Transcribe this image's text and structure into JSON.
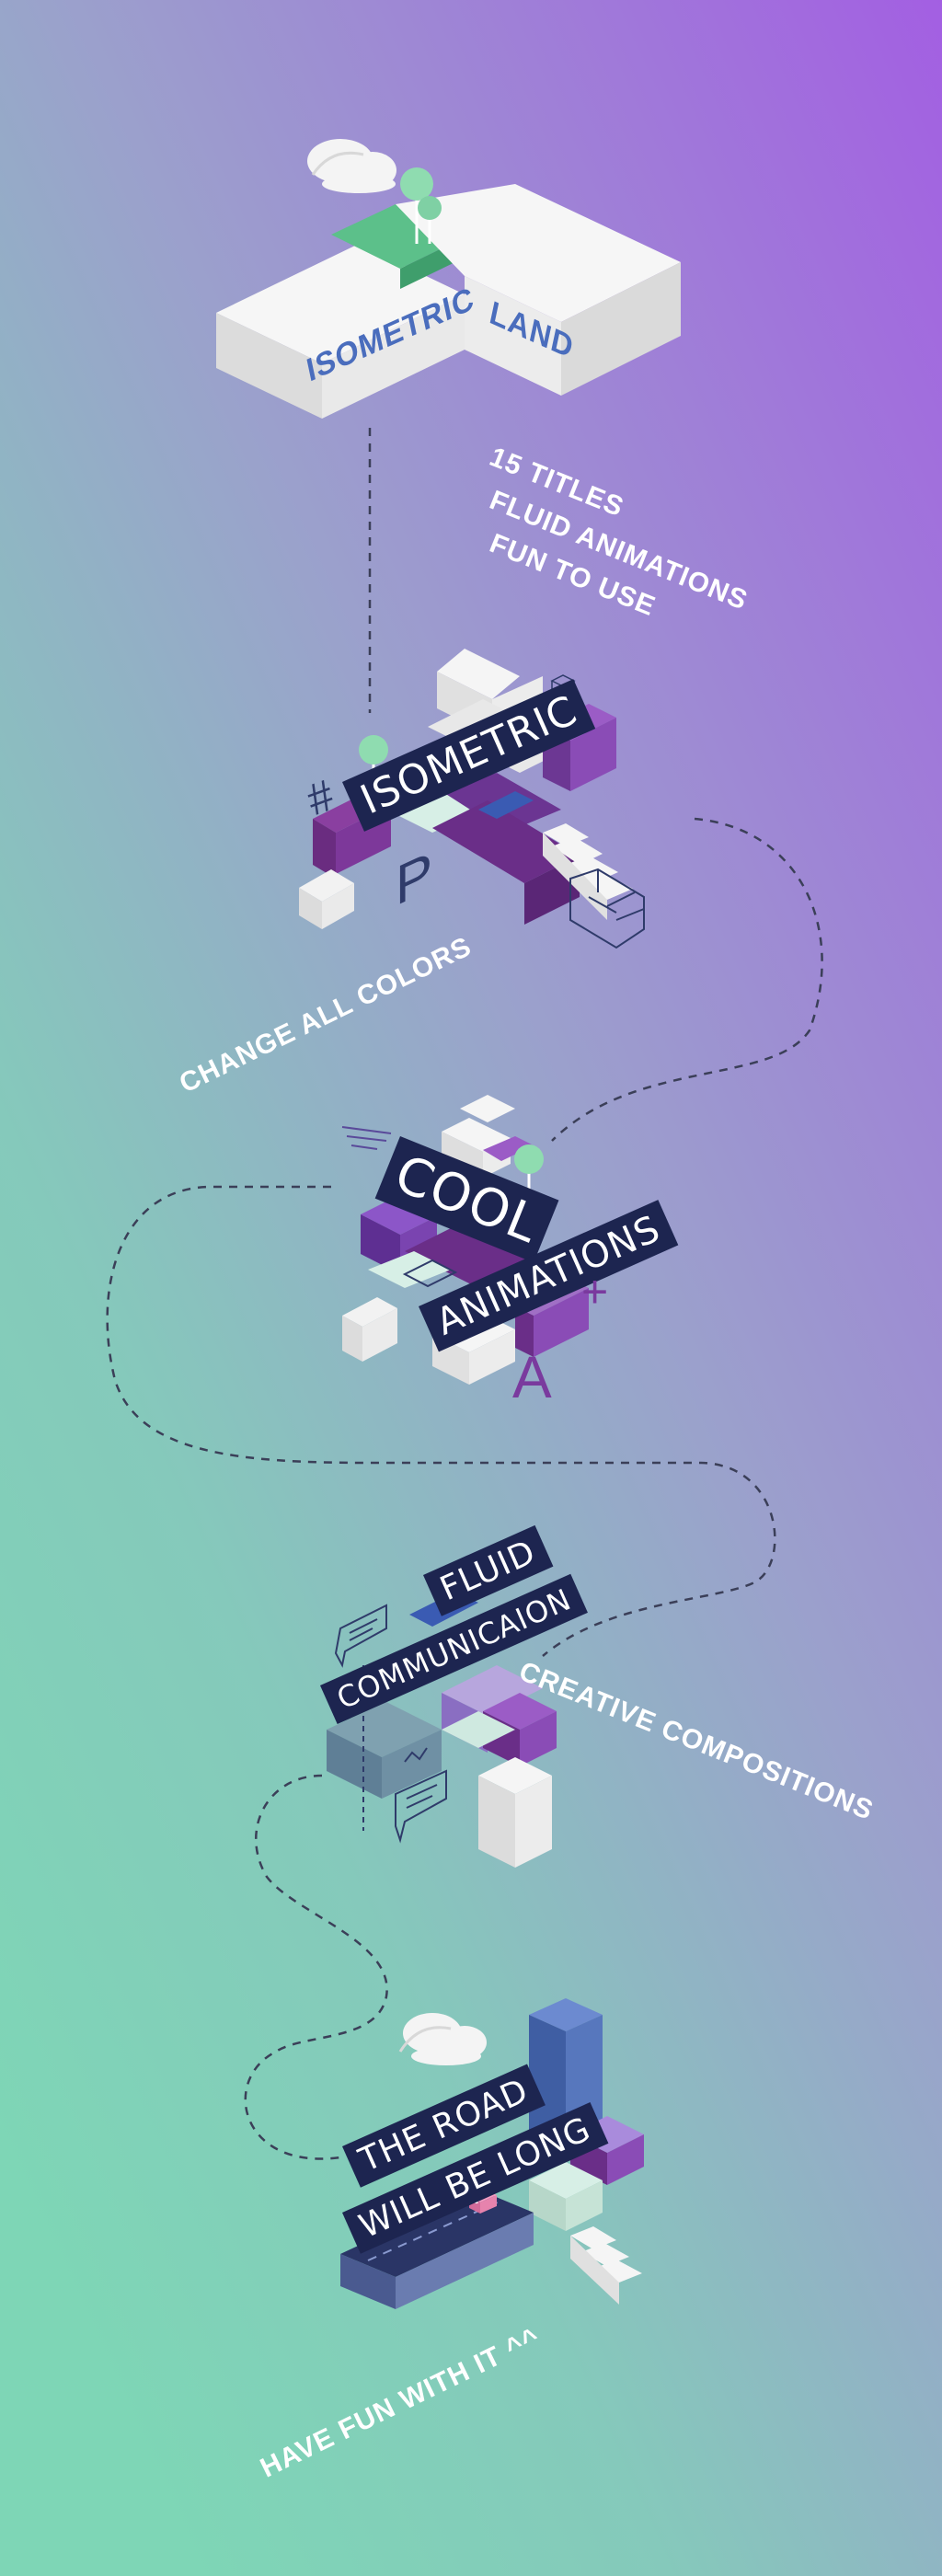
{
  "colors": {
    "bg_top": "#a56ae0",
    "bg_bottom": "#7ed6b6",
    "navy": "#1d2550",
    "purple": "#7a3a9e",
    "white": "#f2f2f2",
    "mint": "#cfe9e0",
    "green": "#59c48c",
    "blue_text": "#4a6dbd",
    "dashed": "#3b3f58"
  },
  "logo": {
    "word1": "ISOMETRIC",
    "word2": "LAND"
  },
  "features": {
    "line1": "15 TITLES",
    "line2": "FLUID ANIMATIONS",
    "line3": "FUN TO USE"
  },
  "scene1": {
    "plaque": "ISOMETRIC",
    "caption": "CHANGE ALL COLORS",
    "letter": "P",
    "symbol": "#"
  },
  "scene2": {
    "plaque1": "COOL",
    "plaque2": "ANIMATIONS",
    "letter": "A",
    "symbol": "+"
  },
  "scene3": {
    "plaque1": "FLUID",
    "plaque2": "COMMUNICAION",
    "caption": "CREATIVE COMPOSITIONS"
  },
  "scene4": {
    "plaque1": "THE ROAD",
    "plaque2": "WILL BE LONG",
    "caption": "HAVE FUN WITH IT ^^"
  }
}
